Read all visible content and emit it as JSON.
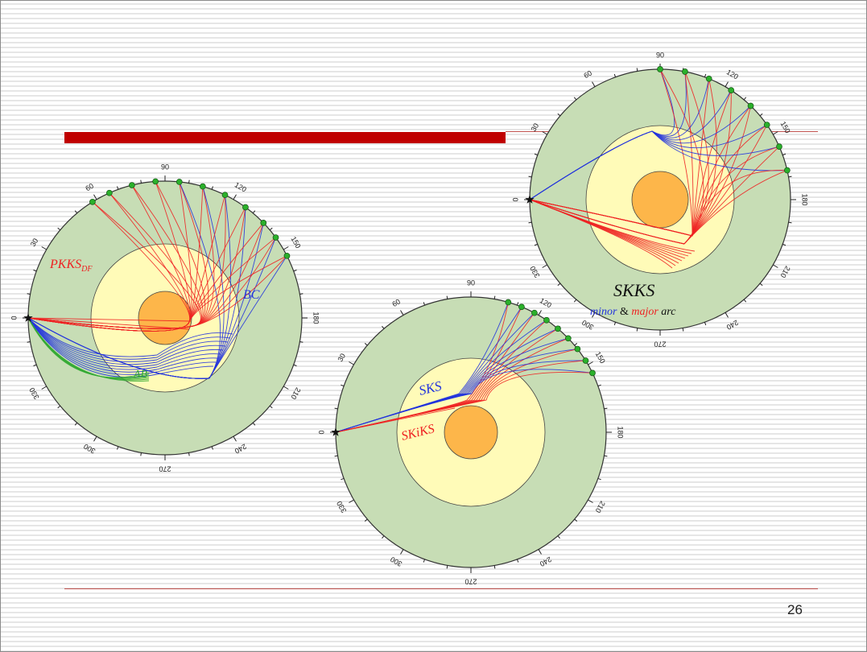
{
  "slide": {
    "page_number": "26"
  },
  "colors": {
    "mantle": "#c7ddb5",
    "outer_core": "#fffbb8",
    "inner_core": "#fdb64a",
    "red_bar": "#c00000",
    "ray_red": "#ee2222",
    "ray_blue": "#2233dd",
    "ray_green": "#33aa33"
  },
  "diagrams": [
    {
      "name": "PKKS",
      "tick_labels": [
        "0",
        "30",
        "60",
        "90",
        "120",
        "150",
        "180",
        "210",
        "240",
        "270",
        "300",
        "330"
      ],
      "labels": {
        "phase_main": "PKKS",
        "phase_sub": "DF",
        "branch_bc": "BC",
        "branch_ab": "AB"
      }
    },
    {
      "name": "SKS",
      "tick_labels": [
        "0",
        "30",
        "60",
        "90",
        "120",
        "150",
        "180",
        "210",
        "240",
        "270",
        "300",
        "330"
      ],
      "labels": {
        "sks": "SKS",
        "skiks": "SKiKS"
      }
    },
    {
      "name": "SKKS",
      "tick_labels": [
        "0",
        "30",
        "60",
        "90",
        "120",
        "150",
        "180",
        "210",
        "240",
        "270",
        "300",
        "330"
      ],
      "labels": {
        "title": "SKKS",
        "minor": "minor",
        "amp": "&",
        "major": "major",
        "arc": "arc"
      }
    }
  ]
}
